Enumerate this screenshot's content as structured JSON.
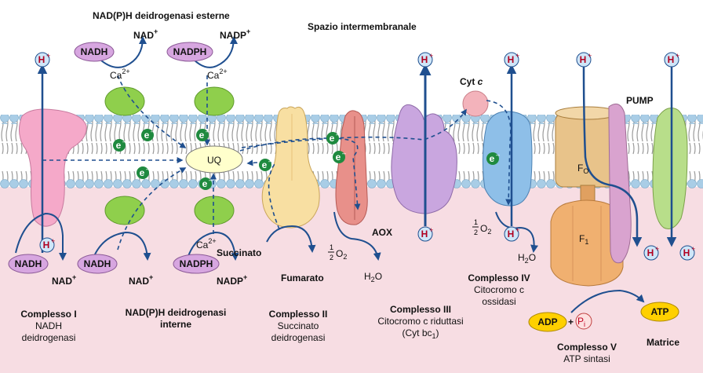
{
  "labels": {
    "title_external": "NAD(P)H deidrogenasi esterne",
    "space_intermembrane": "Spazio intermembranale",
    "matrix": "Matrice",
    "nadh": "NADH",
    "nadph": "NADPH",
    "nad_plus": "NAD",
    "nadp_plus": "NADP",
    "plus": "+",
    "ca": "Ca",
    "ca_sup": "2+",
    "h": "H",
    "e": "e",
    "uq": "UQ",
    "succinato": "Succinato",
    "fumarato": "Fumarato",
    "aox": "AOX",
    "cyt_c": "Cyt c",
    "o2_half": "1",
    "o2_den": "2",
    "o2": "O",
    "o2_sub": "2",
    "h2o_h": "H",
    "h2o_sub": "2",
    "h2o_o": "O",
    "pump": "PUMP",
    "fo": "F",
    "fo_sub": "O",
    "f1": "F",
    "f1_sub": "1",
    "adp": "ADP",
    "pi": "P",
    "pi_sub": "i",
    "atp": "ATP"
  },
  "complexes": {
    "c1_name": "Complesso I",
    "c1_line1": "NADH",
    "c1_line2": "deidrogenasi",
    "internal_line1": "NAD(P)H deidrogenasi",
    "internal_line2": "interne",
    "c2_name": "Complesso II",
    "c2_line1": "Succinato",
    "c2_line2": "deidrogenasi",
    "c3_name": "Complesso III",
    "c3_line1": "Citocromo c riduttasi",
    "c3_line2": "(Cyt bc",
    "c3_sub": "1",
    "c3_close": ")",
    "c4_name": "Complesso IV",
    "c4_line1": "Citocromo c",
    "c4_line2": "ossidasi",
    "c5_name": "Complesso V",
    "c5_line1": "ATP sintasi"
  },
  "colors": {
    "membrane_head": "#a9cde6",
    "membrane_tail": "#9a9a9a",
    "matrix_bg": "#f7dde3",
    "complex1": "#f5a9c9",
    "dehydrogenase": "#8fcf4c",
    "complex2": "#f8dfa2",
    "aox": "#e8908a",
    "complex3": "#c9a6df",
    "complex4": "#8ebfe8",
    "fo": "#e8c38a",
    "f1": "#f0b070",
    "pump": "#b8de8a",
    "arrow": "#1f4f8f",
    "electron": "#1f8a3f",
    "proton": "#cfe6f8",
    "nadh_badge": "#d7a6e0",
    "atp_badge": "#ffd000"
  }
}
